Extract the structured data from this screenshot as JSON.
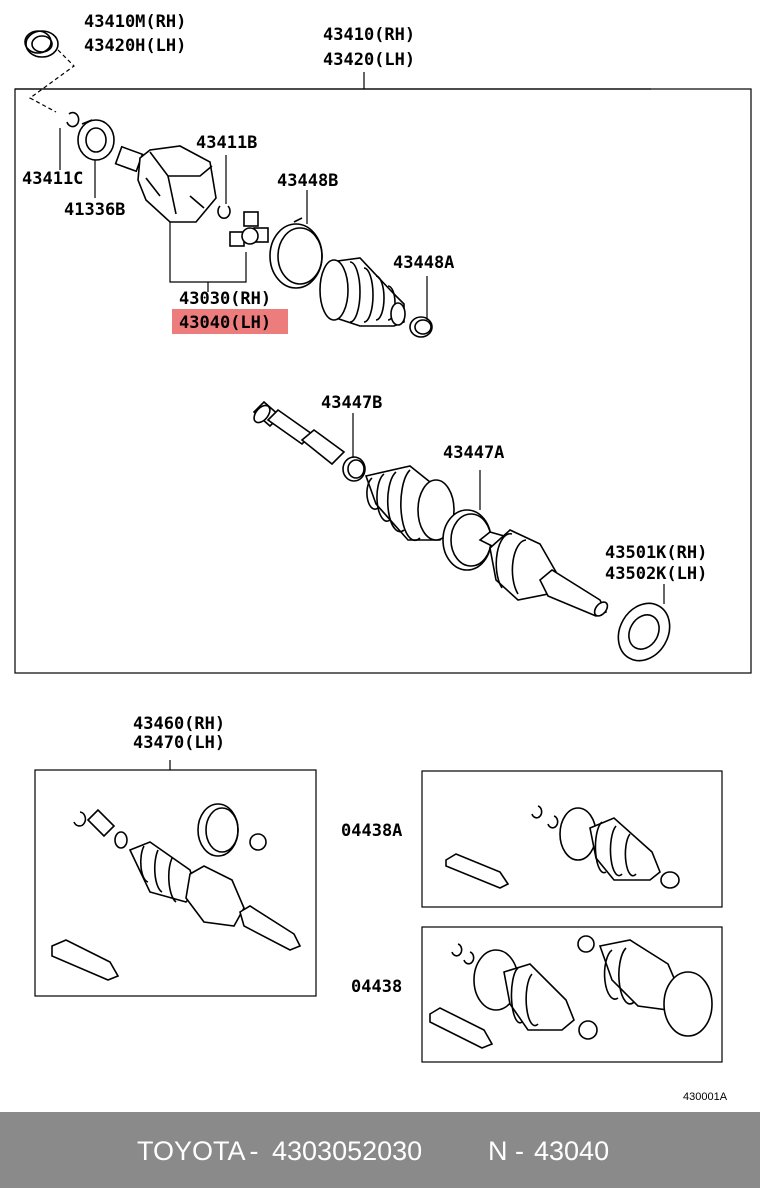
{
  "labels": {
    "boot_kit_top": "43410M(RH)",
    "boot_kit_top_lh": "43420H(LH)",
    "shaft_assy": "43410(RH)",
    "shaft_assy_lh": "43420(LH)",
    "snap_ring_a": "43411B",
    "snap_ring_c": "43411C",
    "dust_seal": "41336B",
    "boot_clamp_b": "43448B",
    "boot_clamp_a": "43448A",
    "tripod_rh": "43030(RH)",
    "tripod_lh": "43040(LH)",
    "outer_clamp_b": "43447B",
    "outer_clamp_a": "43447A",
    "bearing_rh": "43501K(RH)",
    "bearing_lh": "43502K(LH)",
    "outboard_rh": "43460(RH)",
    "outboard_lh": "43470(LH)",
    "boot_kit_a": "04438A",
    "boot_kit": "04438",
    "figure_code": "430001A"
  },
  "highlight": {
    "color": "#e85c5c",
    "target": "tripod_lh"
  },
  "footer": {
    "brand": "TOYOTA",
    "sep": " - ",
    "part_number": "4303052030",
    "ref_prefix": "N - ",
    "ref": "43040"
  }
}
